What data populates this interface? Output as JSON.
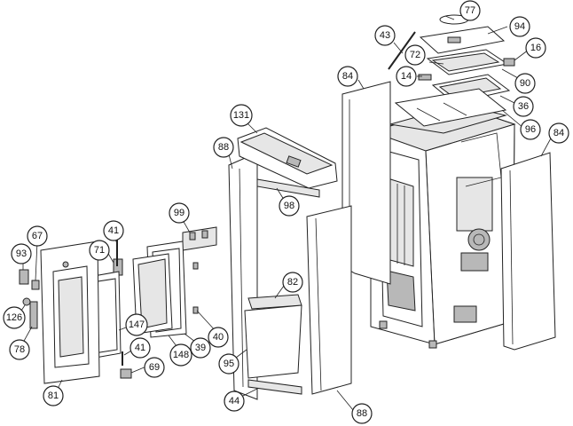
{
  "diagram": {
    "labels": {
      "l77": "77",
      "l94": "94",
      "l43": "43",
      "l16": "16",
      "l72": "72",
      "l90": "90",
      "l14": "14",
      "l84a": "84",
      "l36": "36",
      "l96": "96",
      "l84b": "84",
      "l131": "131",
      "l88a": "88",
      "l98": "98",
      "l99": "99",
      "l41a": "41",
      "l71": "71",
      "l67": "67",
      "l93": "93",
      "l82": "82",
      "l126": "126",
      "l78": "78",
      "l147": "147",
      "l40": "40",
      "l148": "148",
      "l39": "39",
      "l41b": "41",
      "l69": "69",
      "l95": "95",
      "l81": "81",
      "l44": "44",
      "l88b": "88"
    }
  }
}
